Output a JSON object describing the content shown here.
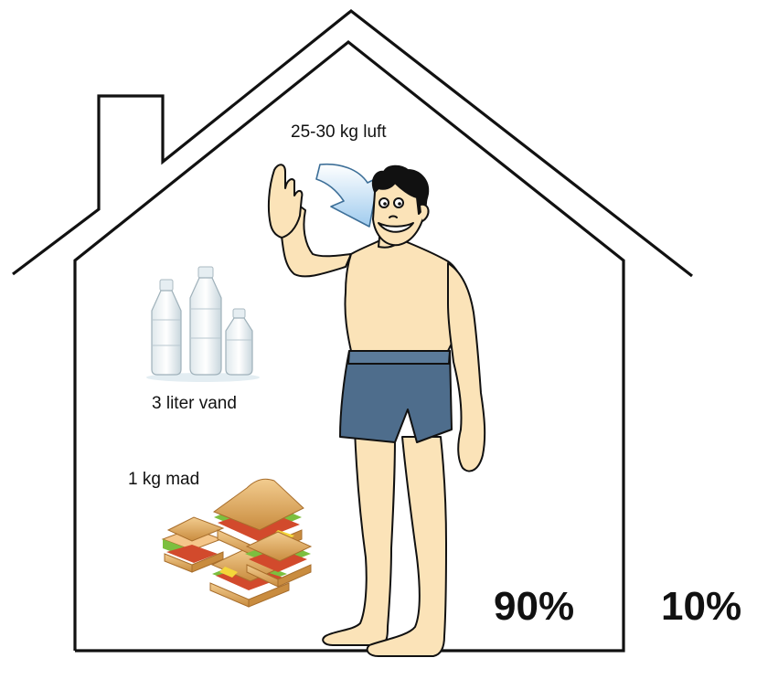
{
  "labels": {
    "air": "25-30 kg luft",
    "water": "3 liter vand",
    "food": "1 kg mad",
    "inside_percent": "90%",
    "outside_percent": "10%"
  },
  "colors": {
    "skin": "#fbe3b8",
    "shorts": "#4e6d8c",
    "arrow": "#cfe6f7",
    "outline": "#111111"
  }
}
